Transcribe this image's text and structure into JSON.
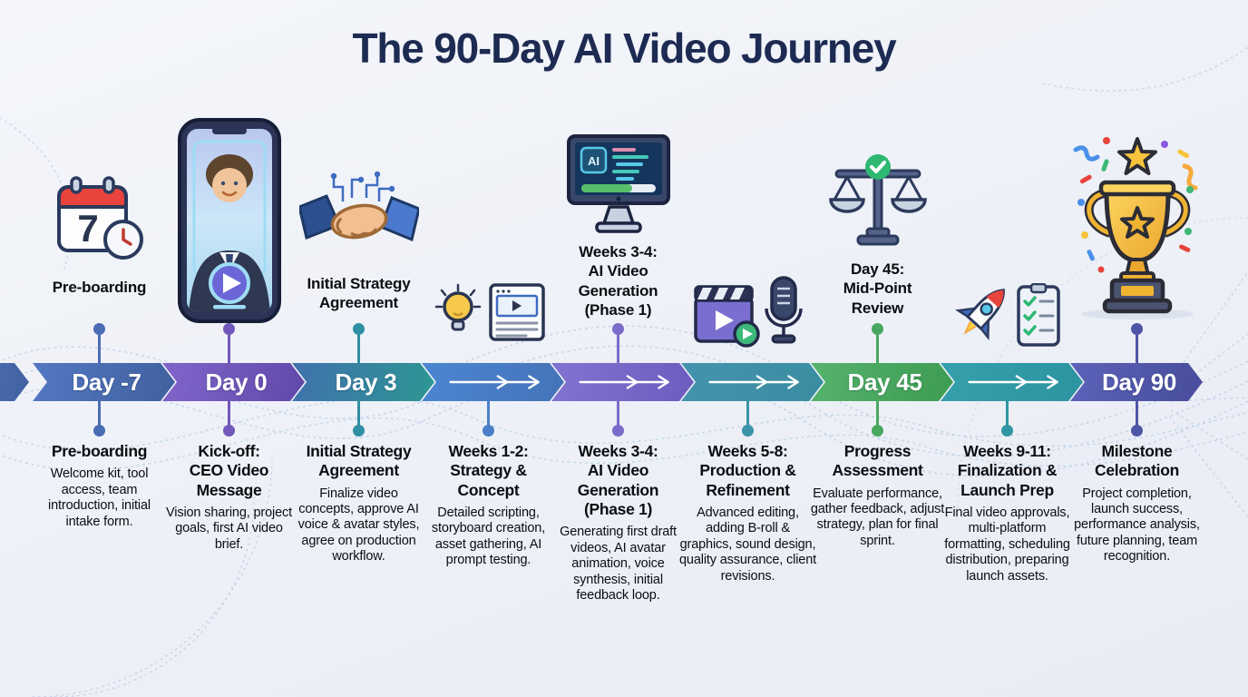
{
  "title": "The 90-Day AI Video Journey",
  "icon_text": {
    "calendar_day": "7",
    "monitor_chip": "AI"
  },
  "milestones": [
    {
      "segment_label": "Day -7",
      "segment_type": "label",
      "colors": {
        "from": "#5377c2",
        "to": "#40619f",
        "accent": "#4a6cb4"
      },
      "icon": "calendar-7-icon",
      "top_label": "Pre-boarding",
      "top_connector": true,
      "heading": "Pre-boarding",
      "description": "Welcome kit, tool access, team introduction, initial intake form."
    },
    {
      "segment_label": "Day 0",
      "segment_type": "label",
      "colors": {
        "from": "#8165cc",
        "to": "#6148a8",
        "accent": "#7157b9"
      },
      "icon": "phone-video-icon",
      "top_label": null,
      "top_connector": true,
      "heading": "Kick-off:\nCEO Video\nMessage",
      "description": "Vision sharing, project goals, first AI video brief."
    },
    {
      "segment_label": "Day 3",
      "segment_type": "label",
      "colors": {
        "from": "#4071ad",
        "to": "#2d9693",
        "accent": "#2f8fa3"
      },
      "icon": "handshake-icon",
      "top_label": "Initial Strategy\nAgreement",
      "top_connector": true,
      "heading": "Initial Strategy\nAgreement",
      "description": "Finalize video concepts, approve AI voice & avatar styles, agree on production workflow."
    },
    {
      "segment_label": null,
      "segment_type": "arrow",
      "colors": {
        "from": "#4b86d1",
        "to": "#4573b8",
        "accent": "#4a80c8"
      },
      "icon": "idea-storyboard-icon",
      "top_label": null,
      "top_connector": false,
      "heading": "Weeks 1-2:\nStrategy &\nConcept",
      "description": "Detailed scripting, storyboard creation, asset gathering, AI prompt testing."
    },
    {
      "segment_label": null,
      "segment_type": "arrow",
      "colors": {
        "from": "#8273d1",
        "to": "#6c5cbe",
        "accent": "#7b6bca"
      },
      "icon": "ai-monitor-icon",
      "top_label": "Weeks 3-4:\nAI Video\nGeneration\n(Phase 1)",
      "top_connector": true,
      "heading": "Weeks 3-4:\nAI Video\nGeneration\n(Phase 1)",
      "description": "Generating first draft videos, AI avatar animation, voice synthesis, initial feedback loop."
    },
    {
      "segment_label": null,
      "segment_type": "arrow",
      "colors": {
        "from": "#4493ae",
        "to": "#3a8da1",
        "accent": "#3b93a8"
      },
      "icon": "clapper-mic-icon",
      "top_label": null,
      "top_connector": false,
      "heading": "Weeks 5-8:\nProduction &\nRefinement",
      "description": "Advanced editing, adding B-roll & graphics, sound design, quality assurance, client revisions."
    },
    {
      "segment_label": "Day 45",
      "segment_type": "label",
      "colors": {
        "from": "#55b36c",
        "to": "#3d9c52",
        "accent": "#48a75f"
      },
      "icon": "scale-icon",
      "top_label": "Day 45:\nMid-Point\nReview",
      "top_connector": true,
      "heading": "Progress\nAssessment",
      "description": "Evaluate performance, gather feedback, adjust strategy, plan for final sprint."
    },
    {
      "segment_label": null,
      "segment_type": "arrow",
      "colors": {
        "from": "#35a0ac",
        "to": "#2d93a0",
        "accent": "#2f97a3"
      },
      "icon": "rocket-checklist-icon",
      "top_label": null,
      "top_connector": false,
      "heading": "Weeks 9-11:\nFinalization &\nLaunch Prep",
      "description": "Final video approvals, multi-platform formatting, scheduling distribution, preparing launch assets."
    },
    {
      "segment_label": "Day 90",
      "segment_type": "label",
      "colors": {
        "from": "#5c62b8",
        "to": "#474d9b",
        "accent": "#4f55a6"
      },
      "icon": "trophy-icon",
      "top_label": null,
      "top_connector": true,
      "heading": "Milestone\nCelebration",
      "description": "Project completion, launch success, performance analysis, future planning, team recognition."
    }
  ]
}
